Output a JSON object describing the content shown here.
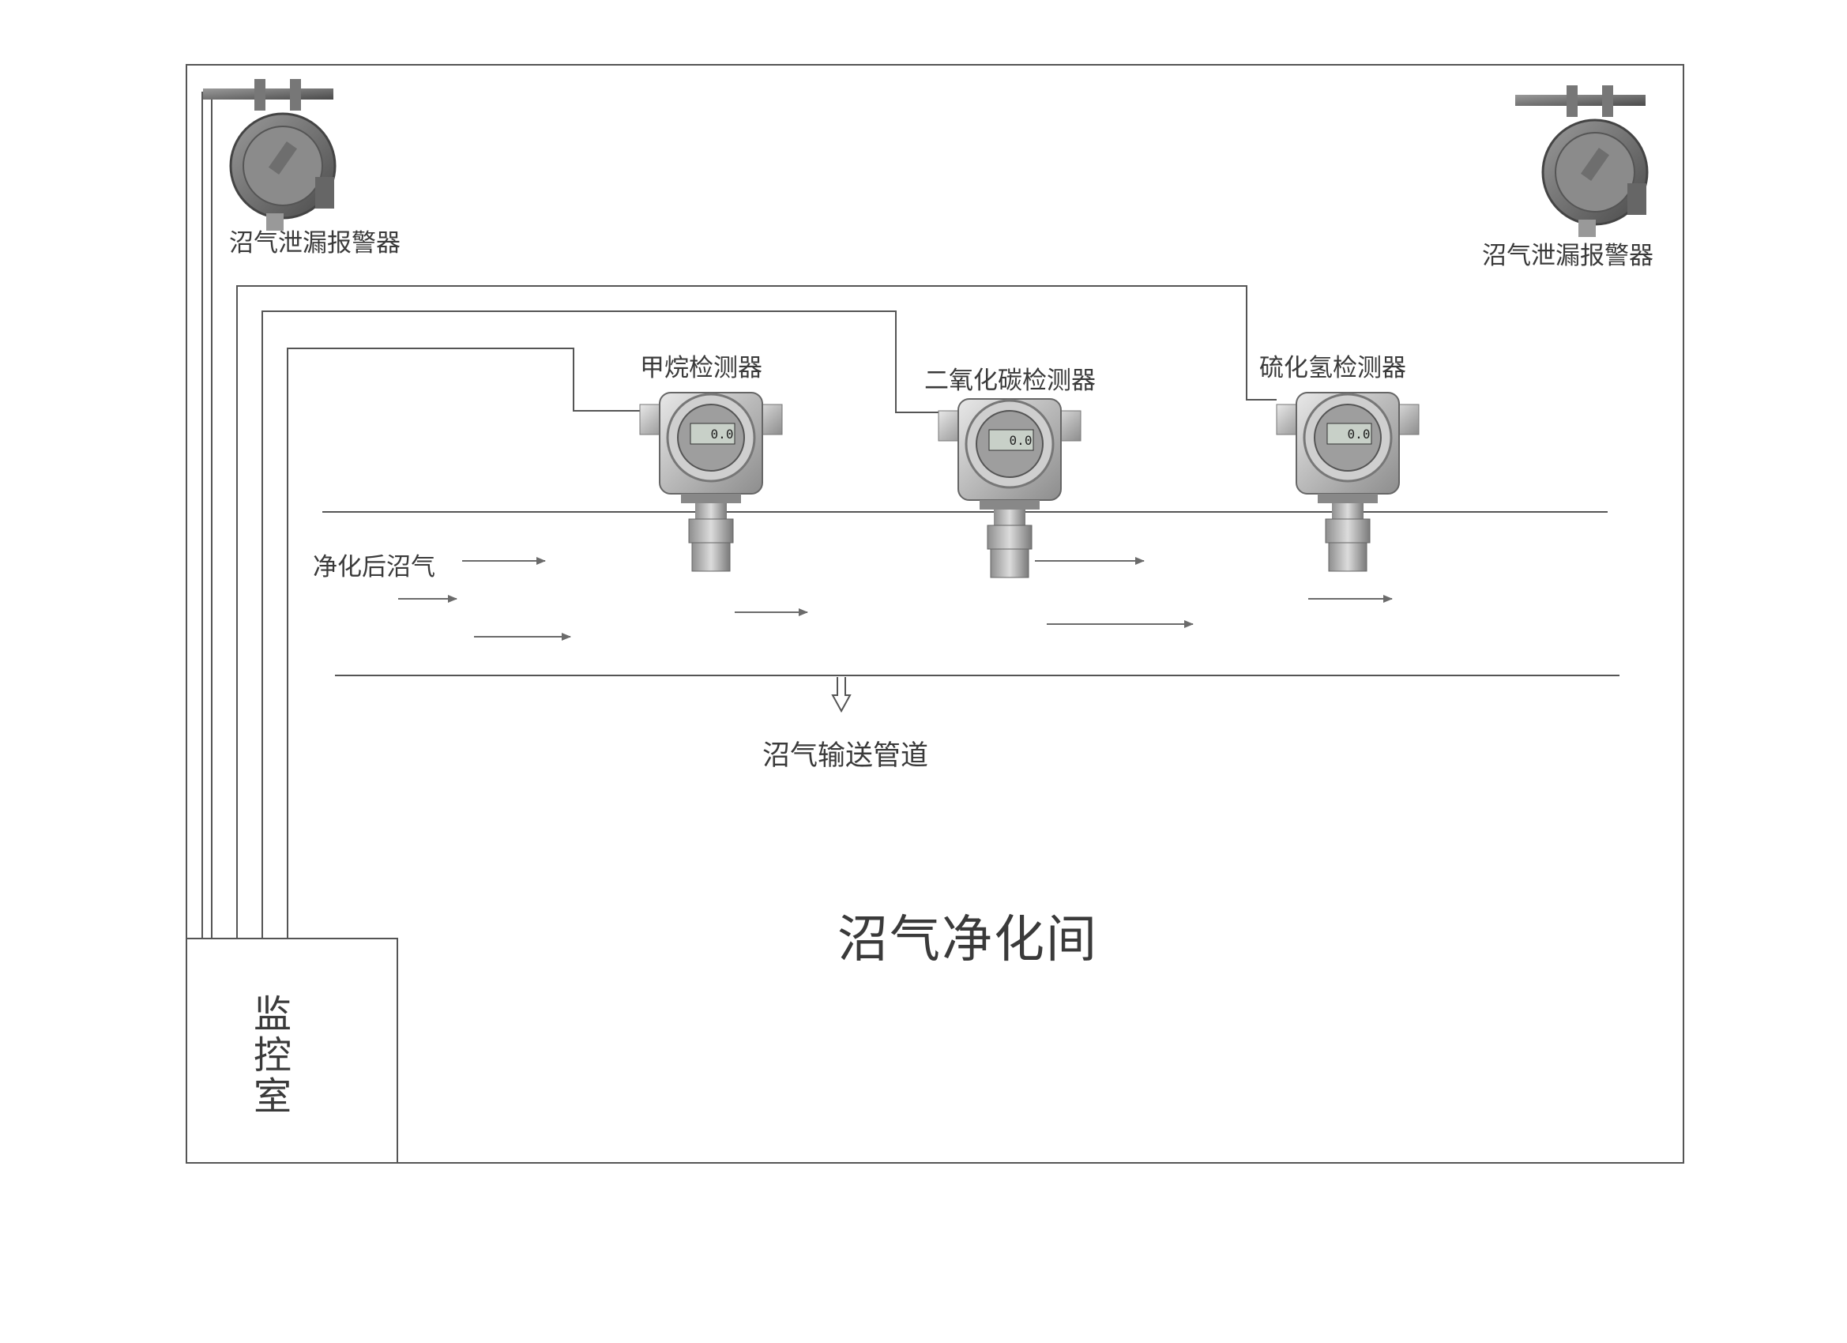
{
  "room": {
    "name": "沼气净化间"
  },
  "control_room": {
    "name": "监控室"
  },
  "alarms": [
    {
      "label": "沼气泄漏报警器"
    },
    {
      "label": "沼气泄漏报警器"
    }
  ],
  "detectors": [
    {
      "label": "甲烷检测器",
      "display": "0.0"
    },
    {
      "label": "二氧化碳检测器",
      "display": "0.0"
    },
    {
      "label": "硫化氢检测器",
      "display": "0.0"
    }
  ],
  "flow": {
    "label": "净化后沼气"
  },
  "pipeline": {
    "label": "沼气输送管道"
  }
}
